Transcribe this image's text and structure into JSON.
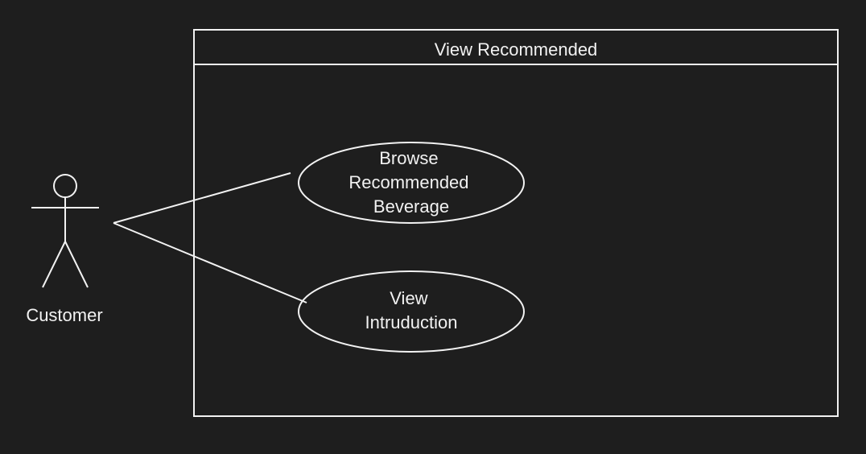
{
  "system": {
    "title": "View Recommended"
  },
  "actor": {
    "label": "Customer"
  },
  "use_cases": [
    {
      "lines": [
        "Browse",
        "Recommended",
        "Beverage"
      ]
    },
    {
      "lines": [
        "View",
        "Intruduction"
      ]
    }
  ],
  "colors": {
    "background": "#1e1e1e",
    "stroke": "#f2f2f2",
    "text": "#f2f2f2"
  }
}
